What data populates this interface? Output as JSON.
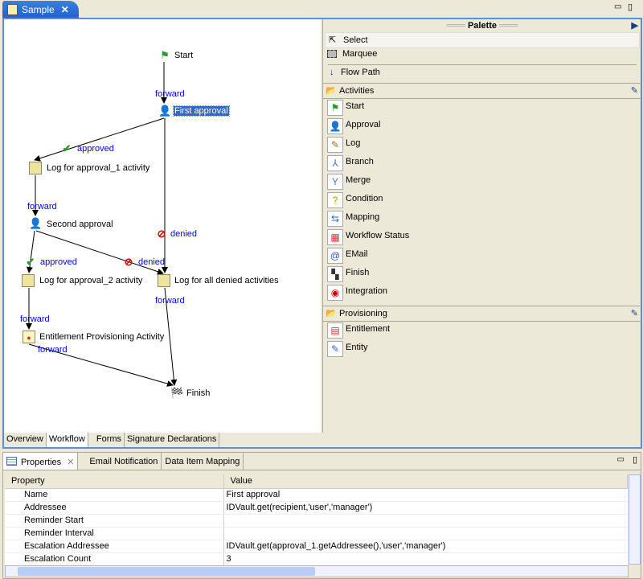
{
  "editor": {
    "tab_label": "Sample",
    "close": "✕"
  },
  "diagram": {
    "nodes": {
      "start": "Start",
      "first_approval": "First approval",
      "log1": "Log for approval_1 activity",
      "second_approval": "Second approval",
      "log2": "Log for approval_2 activity",
      "log_denied": "Log for all denied activities",
      "entitlement": "Entitlement Provisioning Activity",
      "finish": "Finish"
    },
    "edge_labels": {
      "e1": "forward",
      "e2": "approved",
      "e3": "denied",
      "e4": "forward",
      "e5": "approved",
      "e6": "denied",
      "e7": "forward",
      "e8": "forward",
      "e9": "forward"
    }
  },
  "palette": {
    "title": "Palette",
    "tools": [
      "Select",
      "Marquee",
      "Flow Path"
    ],
    "activities_header": "Activities",
    "activities": [
      "Start",
      "Approval",
      "Log",
      "Branch",
      "Merge",
      "Condition",
      "Mapping",
      "Workflow Status",
      "EMail",
      "Finish",
      "Integration"
    ],
    "provisioning_header": "Provisioning",
    "provisioning": [
      "Entitlement",
      "Entity"
    ]
  },
  "bottom_tabs": [
    "Overview",
    "Workflow",
    "Forms",
    "Signature Declarations"
  ],
  "properties": {
    "tabs": [
      "Properties",
      "Email Notification",
      "Data Item Mapping"
    ],
    "headers": [
      "Property",
      "Value"
    ],
    "rows": [
      [
        "Name",
        "First approval"
      ],
      [
        "Addressee",
        "IDVault.get(recipient,'user','manager')"
      ],
      [
        "Reminder Start",
        ""
      ],
      [
        "Reminder Interval",
        ""
      ],
      [
        "Escalation Addressee",
        "IDVault.get(approval_1.getAddressee(),'user','manager')"
      ],
      [
        "Escalation Count",
        "3"
      ]
    ]
  }
}
